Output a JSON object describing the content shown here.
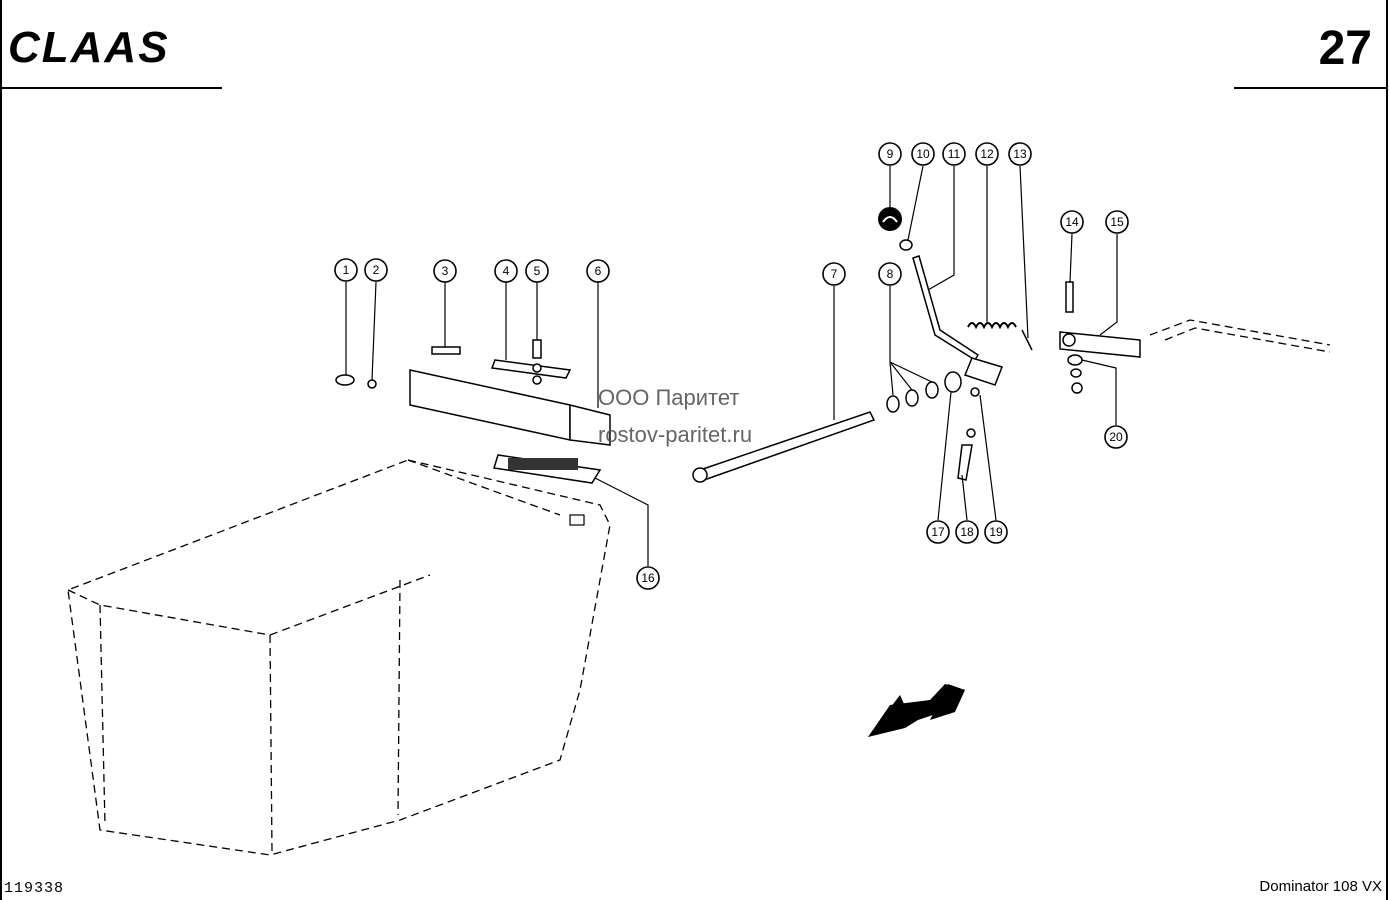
{
  "header": {
    "brand": "CLAAS",
    "page_number": "27"
  },
  "watermark": {
    "line1": "ООО Паритет",
    "line2": "rostov-paritet.ru"
  },
  "callouts": [
    "1",
    "2",
    "3",
    "4",
    "5",
    "6",
    "7",
    "8",
    "9",
    "10",
    "11",
    "12",
    "13",
    "14",
    "15",
    "16",
    "17",
    "18",
    "19",
    "20"
  ],
  "footer": {
    "drawing_number": "119338",
    "model": "Dominator 108 VX"
  },
  "icons": {
    "direction": "arrow-down-left-icon"
  }
}
